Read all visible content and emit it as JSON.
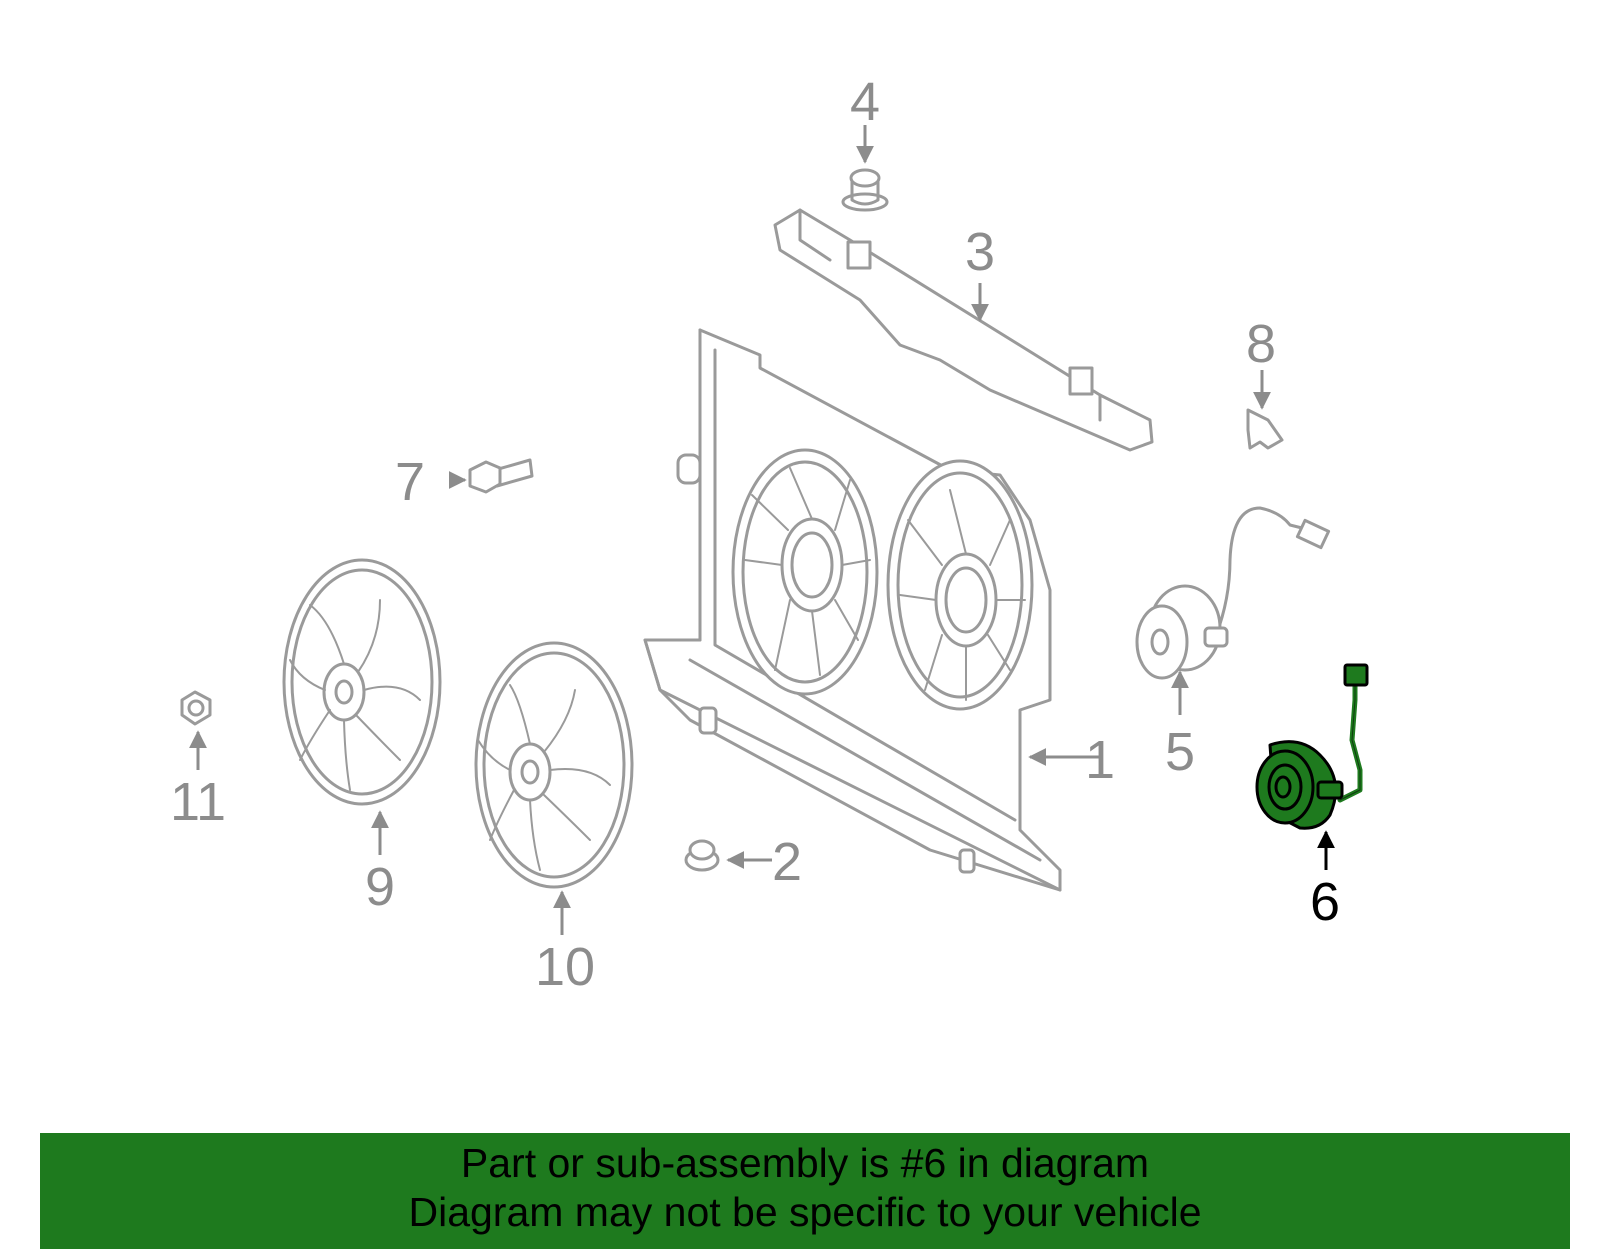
{
  "diagram": {
    "callouts": [
      "1",
      "2",
      "3",
      "4",
      "5",
      "6",
      "7",
      "8",
      "9",
      "10",
      "11"
    ],
    "highlighted": "6",
    "colors": {
      "highlight": "#1e7a1e",
      "parts": "#9a9a9a",
      "labels": "#8c8c8c",
      "active_label": "#000000"
    }
  },
  "banner": {
    "line1": "Part or sub-assembly is #6 in diagram",
    "line2": "Diagram may not be specific to your vehicle"
  }
}
